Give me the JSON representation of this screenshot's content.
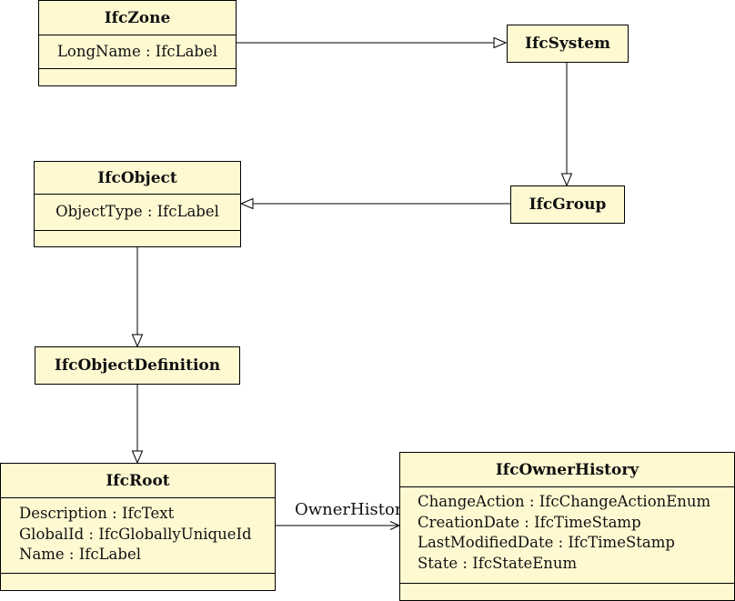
{
  "classes": {
    "zone": {
      "name": "IfcZone",
      "attributes": [
        "LongName : IfcLabel"
      ]
    },
    "system": {
      "name": "IfcSystem"
    },
    "object": {
      "name": "IfcObject",
      "attributes": [
        "ObjectType : IfcLabel"
      ]
    },
    "group": {
      "name": "IfcGroup"
    },
    "object_definition": {
      "name": "IfcObjectDefinition"
    },
    "root": {
      "name": "IfcRoot",
      "attributes": [
        "Description : IfcText",
        "GlobalId : IfcGloballyUniqueId",
        "Name : IfcLabel"
      ]
    },
    "owner_history": {
      "name": "IfcOwnerHistory",
      "attributes": [
        "ChangeAction : IfcChangeActionEnum",
        "CreationDate : IfcTimeStamp",
        "LastModifiedDate : IfcTimeStamp",
        "State : IfcStateEnum"
      ]
    }
  },
  "associations": {
    "root_owner_history": {
      "label": "OwnerHistory"
    }
  },
  "colors": {
    "class_fill": "#fff9d2",
    "stroke": "#000000"
  }
}
